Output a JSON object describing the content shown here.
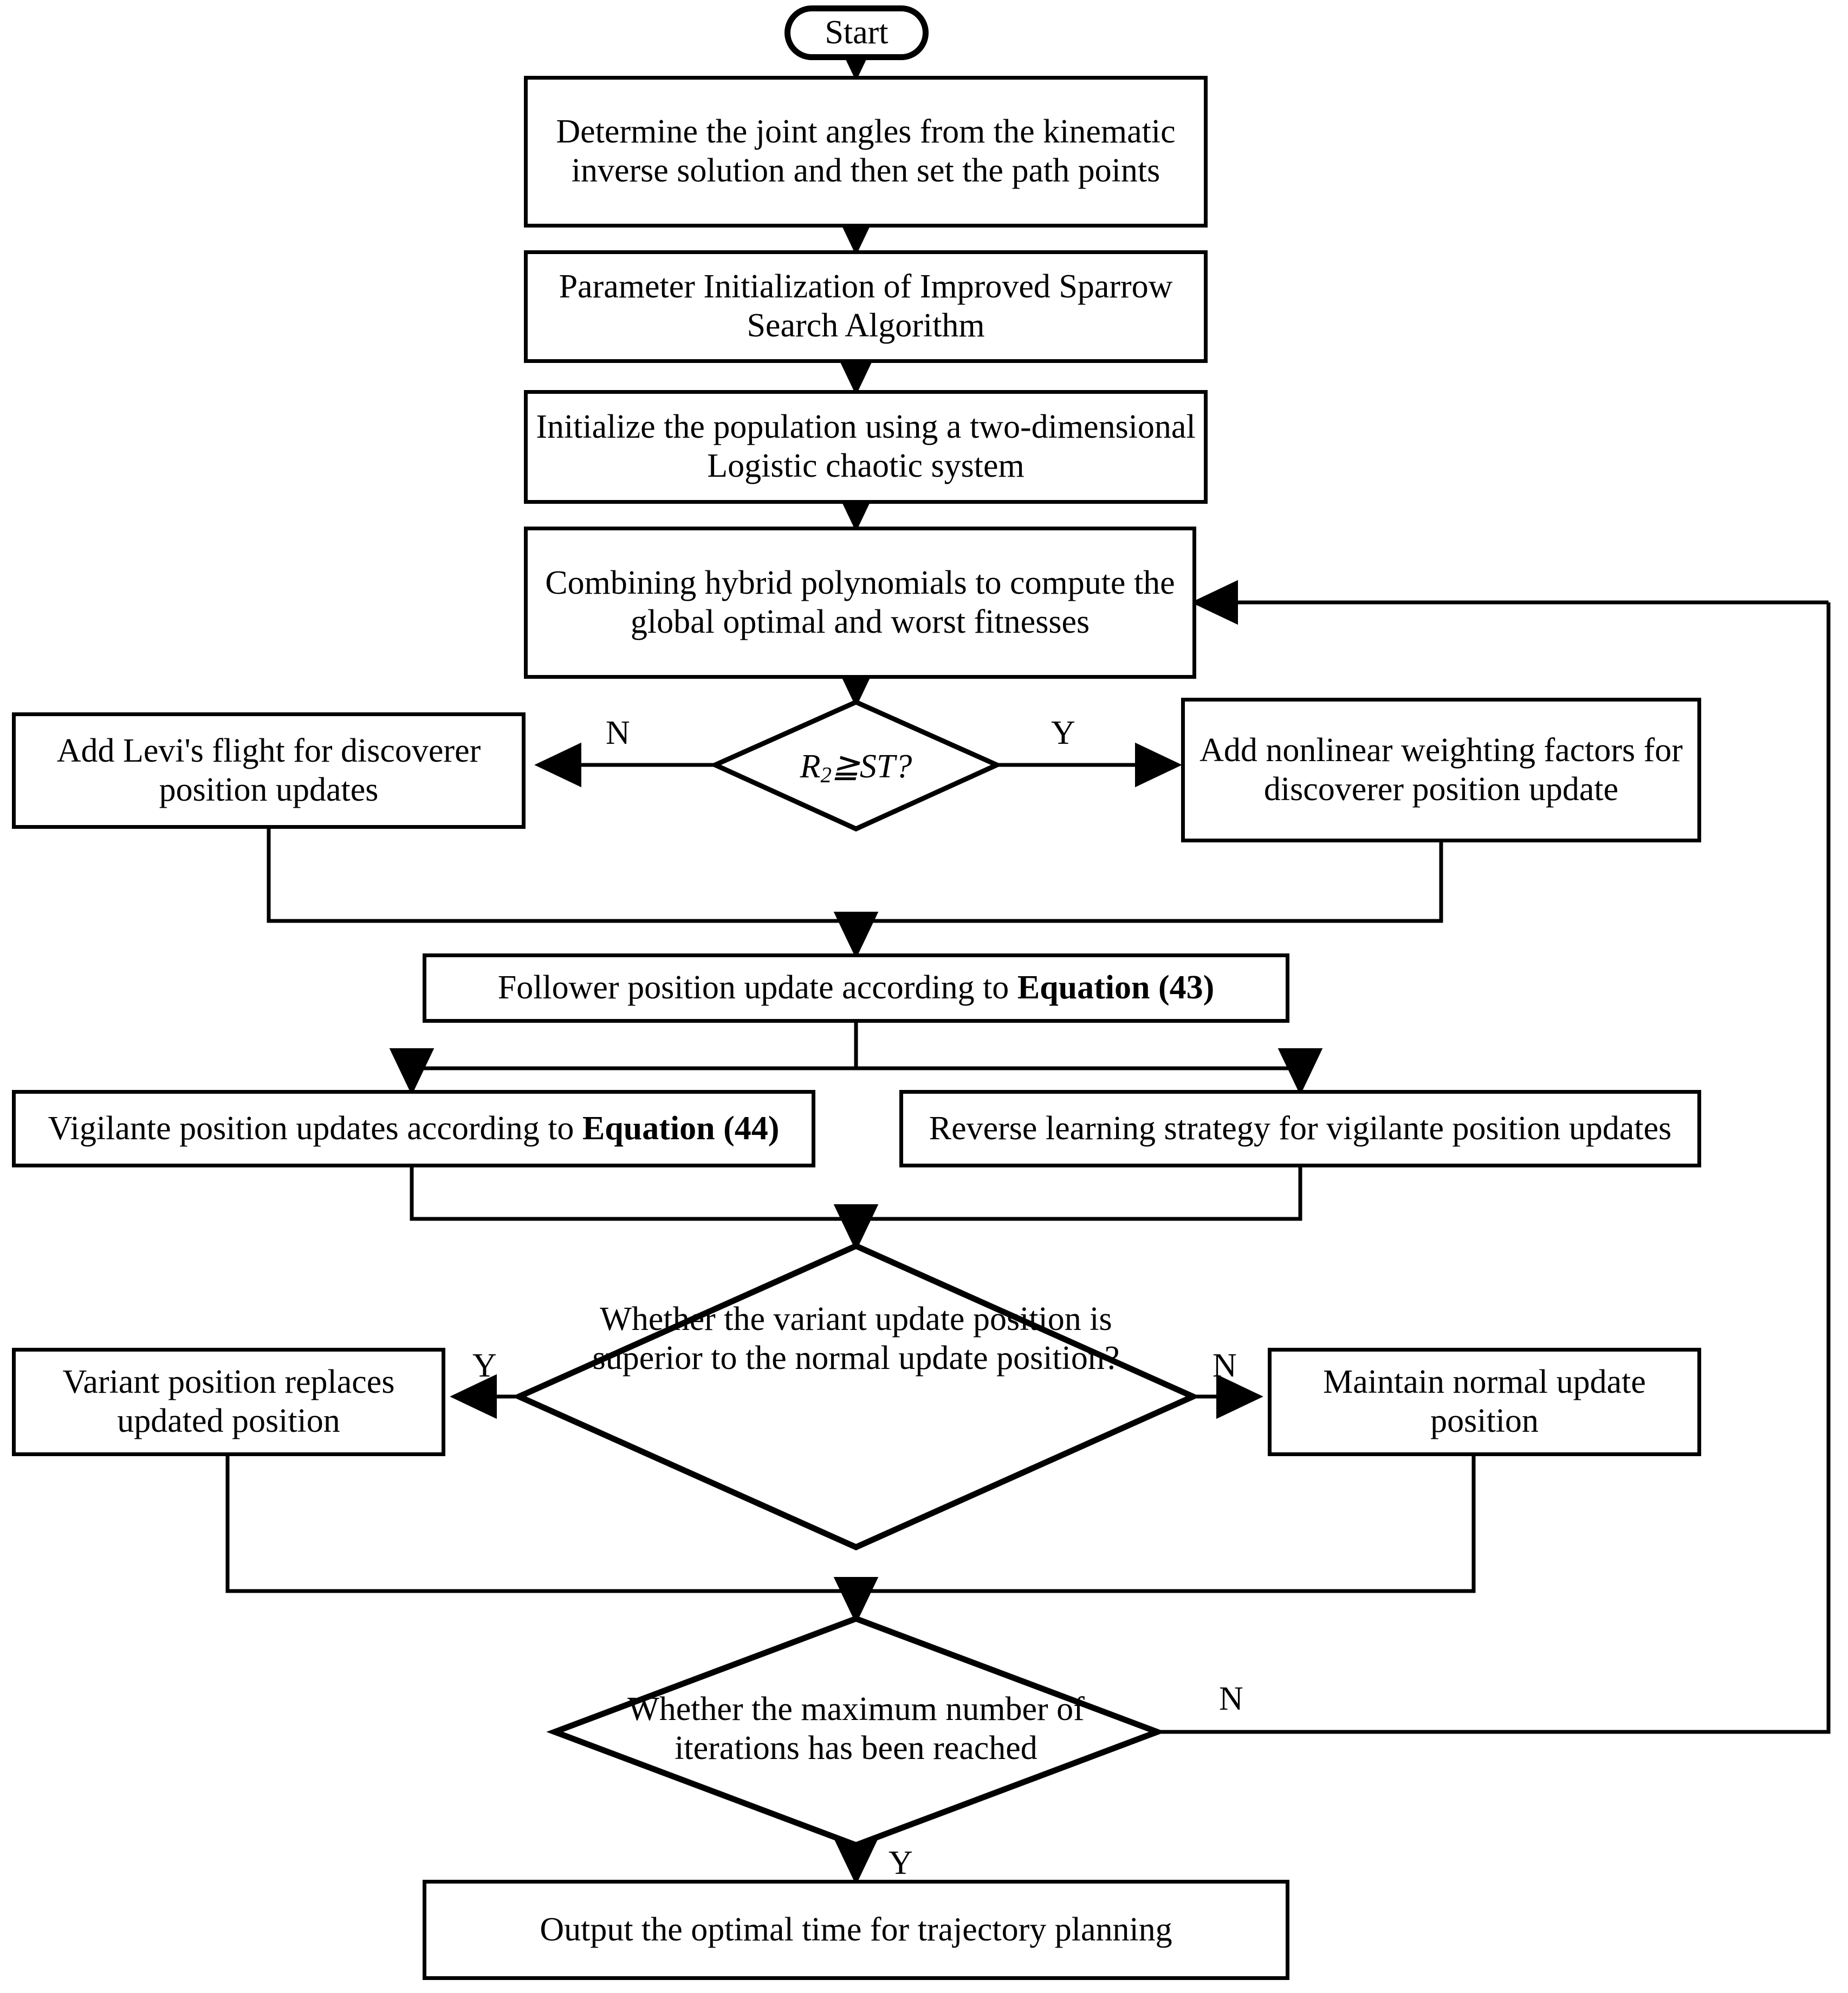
{
  "diagram": {
    "type": "flowchart",
    "title": "Improved Sparrow Search Algorithm trajectory planning flowchart",
    "orientation": "top-to-bottom",
    "stroke_color": "#000000",
    "background_color": "#ffffff"
  },
  "nodes": {
    "start": {
      "label": "Start",
      "shape": "terminator"
    },
    "determine_joint_angles": {
      "label": "Determine the joint angles from the kinematic inverse solution and then set the path points",
      "shape": "process"
    },
    "param_init": {
      "label": "Parameter Initialization of Improved Sparrow Search Algorithm",
      "shape": "process"
    },
    "init_population": {
      "label": "Initialize the population using a two-dimensional Logistic chaotic system",
      "shape": "process"
    },
    "combining_polynomials": {
      "label": "Combining hybrid polynomials to compute the global optimal and worst fitnesses",
      "shape": "process"
    },
    "decision_r2_st": {
      "label_prefix": "R",
      "label_sub": "2",
      "label_suffix": "≥ST?",
      "label_plain": "R2≥ST?",
      "shape": "decision"
    },
    "levy_flight": {
      "label": "Add Levi's flight for discoverer position updates",
      "shape": "process"
    },
    "nonlinear_weighting": {
      "label": "Add nonlinear weighting factors for discoverer position update",
      "shape": "process"
    },
    "follower_update": {
      "label_pre": "Follower position update according to ",
      "label_bold": "Equation (43)",
      "label_plain": "Follower position update according to Equation (43)",
      "shape": "process"
    },
    "vigilante_update": {
      "label_pre": "Vigilante position updates  according to ",
      "label_bold": "Equation (44)",
      "label_plain": "Vigilante position updates  according to Equation (44)",
      "shape": "process"
    },
    "reverse_learning": {
      "label": "Reverse learning strategy for vigilante position updates",
      "shape": "process"
    },
    "decision_variant": {
      "label": "Whether the variant update position is superior to the normal update position?",
      "shape": "decision"
    },
    "variant_replaces": {
      "label": "Variant position replaces updated position",
      "shape": "process"
    },
    "maintain_normal": {
      "label": "Maintain normal update position",
      "shape": "process"
    },
    "decision_max_iter": {
      "label": "Whether the maximum number of iterations has been reached",
      "shape": "decision"
    },
    "output_optimal_time": {
      "label": "Output the optimal time for trajectory planning",
      "shape": "process"
    }
  },
  "edge_labels": {
    "r2_no": "N",
    "r2_yes": "Y",
    "variant_yes": "Y",
    "variant_no": "N",
    "maxiter_no": "N",
    "maxiter_yes": "Y"
  },
  "edges": [
    {
      "from": "start",
      "to": "determine_joint_angles",
      "label": ""
    },
    {
      "from": "determine_joint_angles",
      "to": "param_init",
      "label": ""
    },
    {
      "from": "param_init",
      "to": "init_population",
      "label": ""
    },
    {
      "from": "init_population",
      "to": "combining_polynomials",
      "label": ""
    },
    {
      "from": "combining_polynomials",
      "to": "decision_r2_st",
      "label": ""
    },
    {
      "from": "decision_r2_st",
      "to": "levy_flight",
      "label": "N"
    },
    {
      "from": "decision_r2_st",
      "to": "nonlinear_weighting",
      "label": "Y"
    },
    {
      "from": "levy_flight",
      "to": "follower_update",
      "label": ""
    },
    {
      "from": "nonlinear_weighting",
      "to": "follower_update",
      "label": ""
    },
    {
      "from": "follower_update",
      "to": "vigilante_update",
      "label": ""
    },
    {
      "from": "follower_update",
      "to": "reverse_learning",
      "label": ""
    },
    {
      "from": "vigilante_update",
      "to": "decision_variant",
      "label": ""
    },
    {
      "from": "reverse_learning",
      "to": "decision_variant",
      "label": ""
    },
    {
      "from": "decision_variant",
      "to": "variant_replaces",
      "label": "Y"
    },
    {
      "from": "decision_variant",
      "to": "maintain_normal",
      "label": "N"
    },
    {
      "from": "variant_replaces",
      "to": "decision_max_iter",
      "label": ""
    },
    {
      "from": "maintain_normal",
      "to": "decision_max_iter",
      "label": ""
    },
    {
      "from": "decision_max_iter",
      "to": "combining_polynomials",
      "label": "N"
    },
    {
      "from": "decision_max_iter",
      "to": "output_optimal_time",
      "label": "Y"
    }
  ]
}
